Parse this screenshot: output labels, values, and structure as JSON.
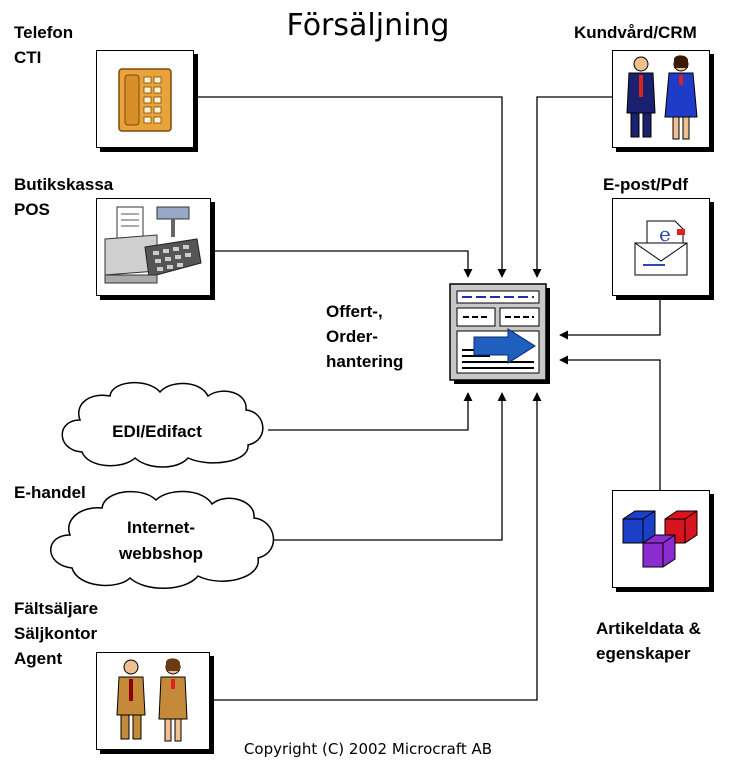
{
  "title": "Försäljning",
  "copyright": "Copyright (C) 2002 Microcraft AB",
  "center": {
    "line1": "Offert-,",
    "line2": "Order-",
    "line3": "hantering"
  },
  "nodes": {
    "telefon": {
      "line1": "Telefon",
      "line2": "CTI",
      "icon": "telephone-icon"
    },
    "butik": {
      "line1": "Butikskassa",
      "line2": "POS",
      "icon": "cash-register-icon"
    },
    "edi": {
      "label": "EDI/Edifact",
      "icon": "cloud-icon"
    },
    "ehandel": {
      "heading": "E-handel",
      "line1": "Internet-",
      "line2": "webbshop",
      "icon": "cloud-icon"
    },
    "falt": {
      "line1": "Fältsäljare",
      "line2": "Säljkontor",
      "line3": "Agent",
      "icon": "people-icon"
    },
    "kund": {
      "label": "Kundvård/CRM",
      "icon": "people-icon"
    },
    "epost": {
      "label": "E-post/Pdf",
      "icon": "envelope-icon"
    },
    "artikel": {
      "line1": "Artikeldata &",
      "line2": "egenskaper",
      "icon": "cubes-icon"
    }
  },
  "colors": {
    "phone": "#E8A33A",
    "arrow_blue": "#1F5FBF",
    "cube_blue": "#1C3FC8",
    "cube_red": "#D8141E",
    "cube_purple": "#8B2BD0",
    "suit_navy": "#1A2270",
    "suit_tan": "#C48A3A"
  }
}
